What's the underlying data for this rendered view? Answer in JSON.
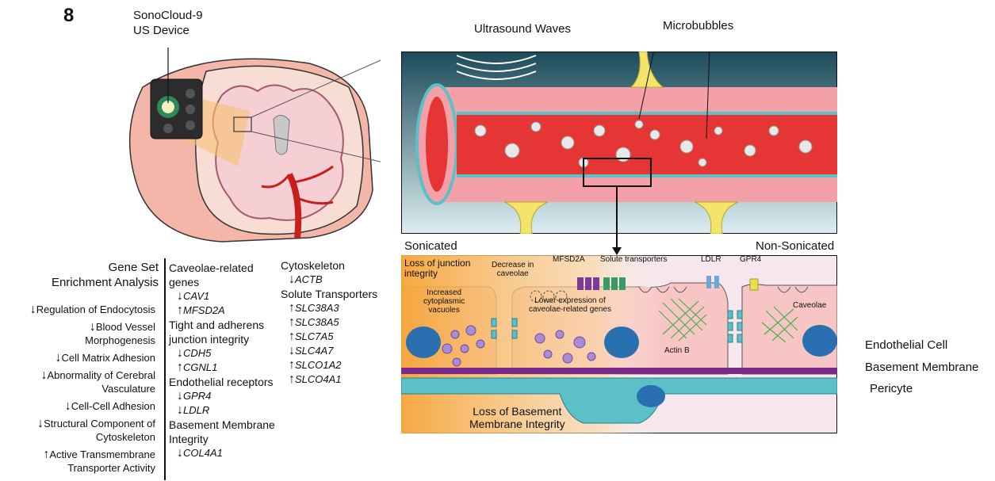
{
  "figure_number": "8",
  "head_panel": {
    "device_label": "SonoCloud-9\nUS Device"
  },
  "vessel_panel": {
    "ultrasound_label": "Ultrasound Waves",
    "microbubbles_label": "Microbubbles"
  },
  "detail_panel": {
    "sonicated_label": "Sonicated",
    "non_sonicated_label": "Non-Sonicated",
    "loss_junction": "Loss of junction\nintegrity",
    "decrease_caveolae": "Decrease in\ncaveolae",
    "mfsd2a": "MFSD2A",
    "solute_transporters": "Solute transporters",
    "ldlr": "LDLR",
    "gpr4": "GPR4",
    "increased_vacuoles": "Increased\ncytoplasmic\nvacuoles",
    "lower_expression": "Lower expression of\ncaveolae-related genes",
    "actin_b": "Actin B",
    "caveolae": "Caveolae",
    "loss_basement": "Loss of Basement\nMembrane Integrity"
  },
  "side_labels": {
    "endothelial_cell": "Endothelial Cell",
    "basement_membrane": "Basement Membrane",
    "pericyte": "Pericyte"
  },
  "gsea": {
    "title": "Gene Set\nEnrichment Analysis",
    "items": [
      {
        "dir": "down",
        "text": "Regulation of Endocytosis"
      },
      {
        "dir": "down",
        "text": "Blood Vessel\nMorphogenesis"
      },
      {
        "dir": "down",
        "text": "Cell Matrix Adhesion"
      },
      {
        "dir": "down",
        "text": "Abnormality of Cerebral\nVasculature"
      },
      {
        "dir": "down",
        "text": "Cell-Cell Adhesion"
      },
      {
        "dir": "down",
        "text": "Structural Component of\nCytoskeleton"
      },
      {
        "dir": "up",
        "text": "Active Transmembrane\nTransporter Activity"
      }
    ]
  },
  "gene_groups_col1": [
    {
      "title": "Caveolae-related\ngenes",
      "genes": [
        {
          "dir": "down",
          "name": "CAV1"
        },
        {
          "dir": "up",
          "name": "MFSD2A"
        }
      ]
    },
    {
      "title": "Tight and adherens\njunction integrity",
      "genes": [
        {
          "dir": "down",
          "name": "CDH5"
        },
        {
          "dir": "up",
          "name": "CGNL1"
        }
      ]
    },
    {
      "title": "Endothelial receptors",
      "genes": [
        {
          "dir": "down",
          "name": "GPR4"
        },
        {
          "dir": "down",
          "name": "LDLR"
        }
      ]
    },
    {
      "title": "Basement Membrane\nIntegrity",
      "genes": [
        {
          "dir": "down",
          "name": "COL4A1"
        }
      ]
    }
  ],
  "gene_groups_col2": [
    {
      "title": "Cytoskeleton",
      "genes": [
        {
          "dir": "down",
          "name": "ACTB"
        }
      ]
    },
    {
      "title": "Solute Transporters",
      "genes": [
        {
          "dir": "up",
          "name": "SLC38A3"
        },
        {
          "dir": "up",
          "name": "SLC38A5"
        },
        {
          "dir": "up",
          "name": "SLC7A5"
        },
        {
          "dir": "down",
          "name": "SLC4A7"
        },
        {
          "dir": "up",
          "name": "SLCO1A2"
        },
        {
          "dir": "up",
          "name": "SLCO4A1"
        }
      ]
    }
  ],
  "colors": {
    "vessel_wall": "#f4a0a8",
    "blood": "#e53535",
    "endothelium": "#f7c6c4",
    "pericyte": "#5bc0c8",
    "astrocyte": "#f4e46a",
    "basement": "#7a2a8a",
    "sonication": "#f6a437"
  }
}
